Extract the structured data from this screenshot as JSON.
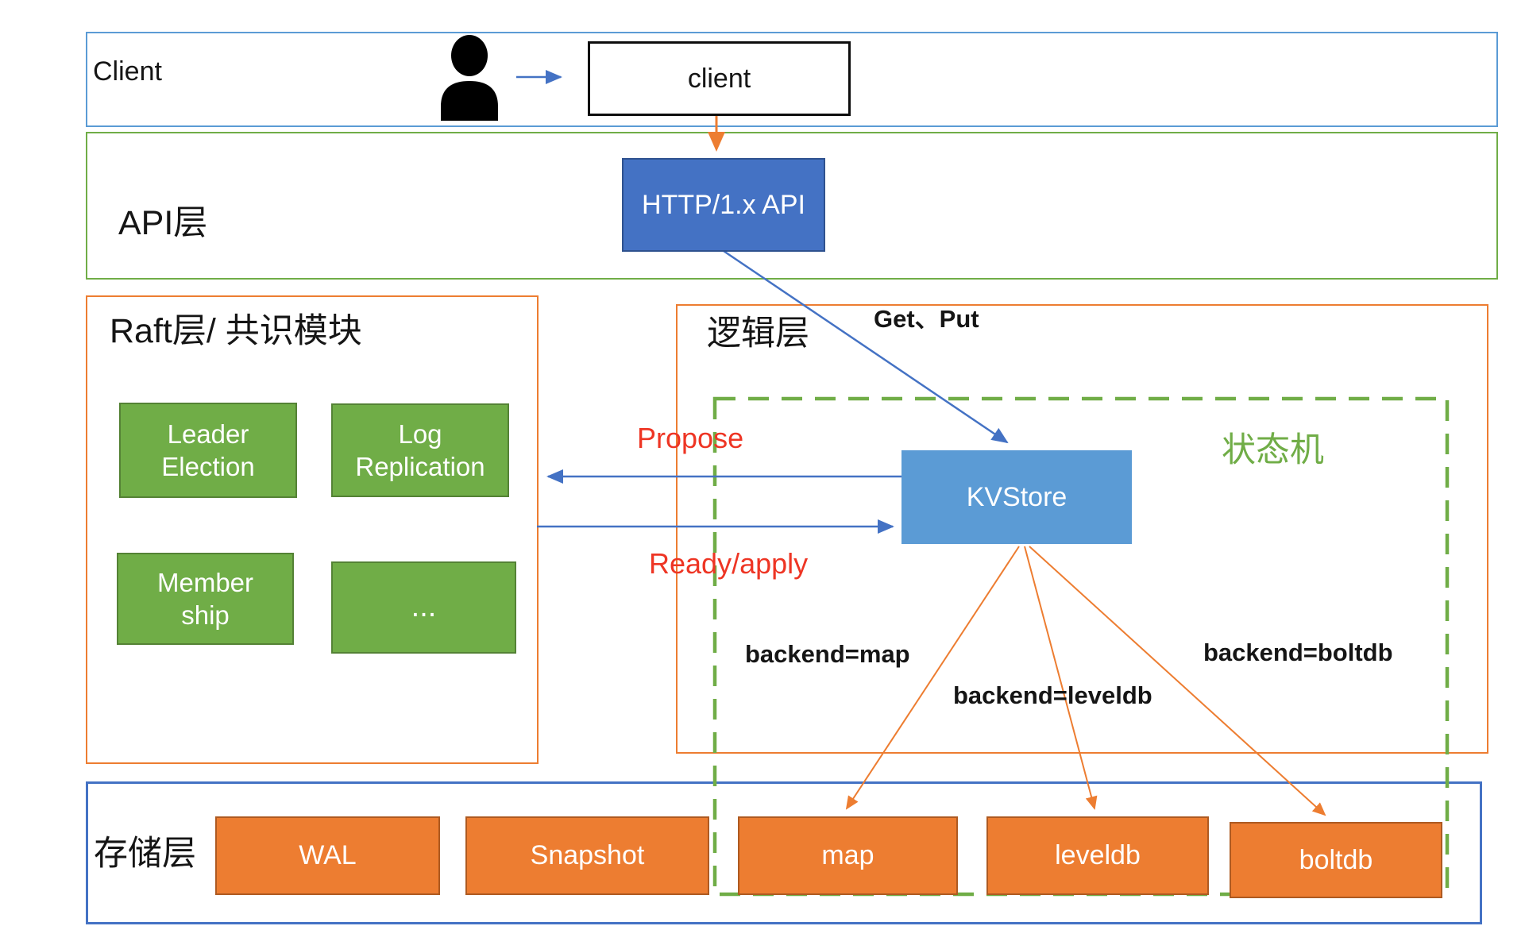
{
  "colors": {
    "blue_fill": "#4472C4",
    "blue_fill_border": "#2F528F",
    "light_blue_fill": "#5B9BD5",
    "green_fill": "#70AD47",
    "green_fill_border": "#548235",
    "orange_fill": "#ED7D31",
    "orange_fill_border": "#AE5A21",
    "client_layer_border": "#5B9BD5",
    "api_layer_border": "#70AD47",
    "raft_layer_border": "#ED7D31",
    "logic_layer_border": "#ED7D31",
    "storage_layer_border": "#4472C4",
    "state_machine_border": "#70AD47",
    "arrow_blue": "#4472C4",
    "arrow_orange": "#ED7D31",
    "red_label": "#EE3524",
    "black_label": "#151515"
  },
  "layers": {
    "client": {
      "label": "Client"
    },
    "api": {
      "label": "API层"
    },
    "raft": {
      "label": "Raft层/ 共识模块"
    },
    "logic": {
      "label": "逻辑层"
    },
    "storage": {
      "label": "存储层"
    },
    "state_machine": {
      "label": "状态机"
    }
  },
  "nodes": {
    "client": "client",
    "http_api": "HTTP/1.x API",
    "kvstore": "KVStore",
    "leader_election": "Leader Election",
    "log_replication": "Log Replication",
    "membership": "Membership",
    "ellipsis": "...",
    "wal": "WAL",
    "snapshot": "Snapshot",
    "map": "map",
    "leveldb": "leveldb",
    "boltdb": "boltdb"
  },
  "edge_labels": {
    "get_put": "Get、Put",
    "propose": "Propose",
    "ready_apply": "Ready/apply",
    "backend_map": "backend=map",
    "backend_leveldb": "backend=leveldb",
    "backend_boltdb": "backend=boltdb"
  },
  "icons": {
    "user": "user-icon"
  }
}
